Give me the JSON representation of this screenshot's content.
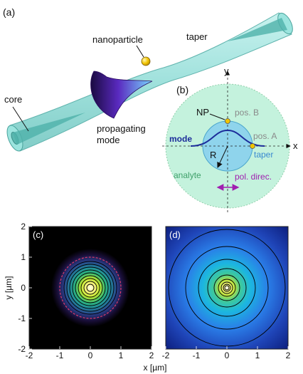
{
  "panels": {
    "a": "(a)",
    "b": "(b)",
    "c": "(c)",
    "d": "(d)"
  },
  "panel_a": {
    "nanoparticle": "nanoparticle",
    "taper": "taper",
    "core": "core",
    "propagating_mode_line1": "propagating",
    "propagating_mode_line2": "mode"
  },
  "panel_b": {
    "x_axis": "x",
    "y_axis": "y",
    "np": "NP",
    "pos_b": "pos. B",
    "pos_a": "pos. A",
    "mode": "mode",
    "taper": "taper",
    "radius": "R",
    "analyte": "analyte",
    "pol_direc": "pol. direc."
  },
  "plots": {
    "x_label": "x [µm]",
    "y_label": "y [µm]",
    "c_y_ticks": [
      "2",
      "1",
      "0",
      "-1",
      "-2"
    ],
    "c_x_ticks": [
      "-2",
      "-1",
      "0",
      "1",
      "2"
    ],
    "d_x_ticks": [
      "-2",
      "-1",
      "0",
      "1",
      "2"
    ]
  },
  "colors": {
    "taper_fill": "#7ed3cf",
    "analyte_fill": "#c4f2dd",
    "fiber_disk": "#8fd4ec",
    "mode_line": "#1c2c9a",
    "pos_a_text": "#8a8a8a",
    "taper_label": "#3a8ad0",
    "analyte_text": "#3fa06a",
    "pol_color": "#a020b0",
    "nanoparticle": "#f1c400",
    "ring_dashed": "#e03a6a"
  }
}
